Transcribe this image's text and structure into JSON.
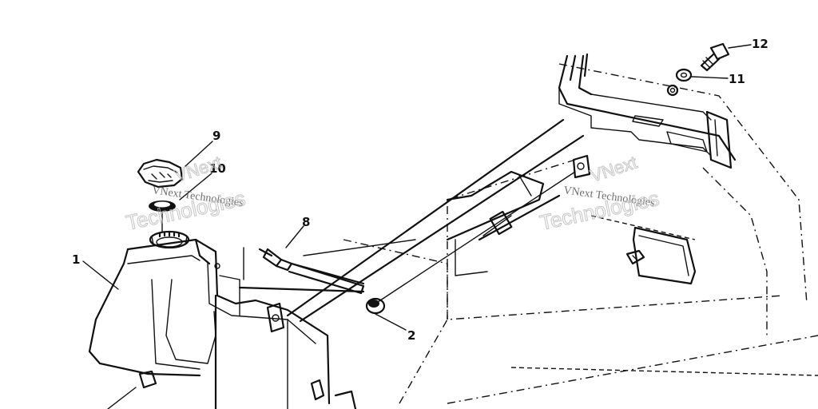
{
  "callouts": {
    "c1": "1",
    "c2": "2",
    "c8": "8",
    "c9": "9",
    "c10": "10",
    "c11": "11",
    "c12": "12"
  },
  "watermark": {
    "brand": "VNext",
    "tagline": "VNext Technologies",
    "outline": "Technologies"
  },
  "colors": {
    "ink": "#111111",
    "watermark": "#555555",
    "watermark_outline": "#bbbbbb",
    "background": "#ffffff"
  }
}
